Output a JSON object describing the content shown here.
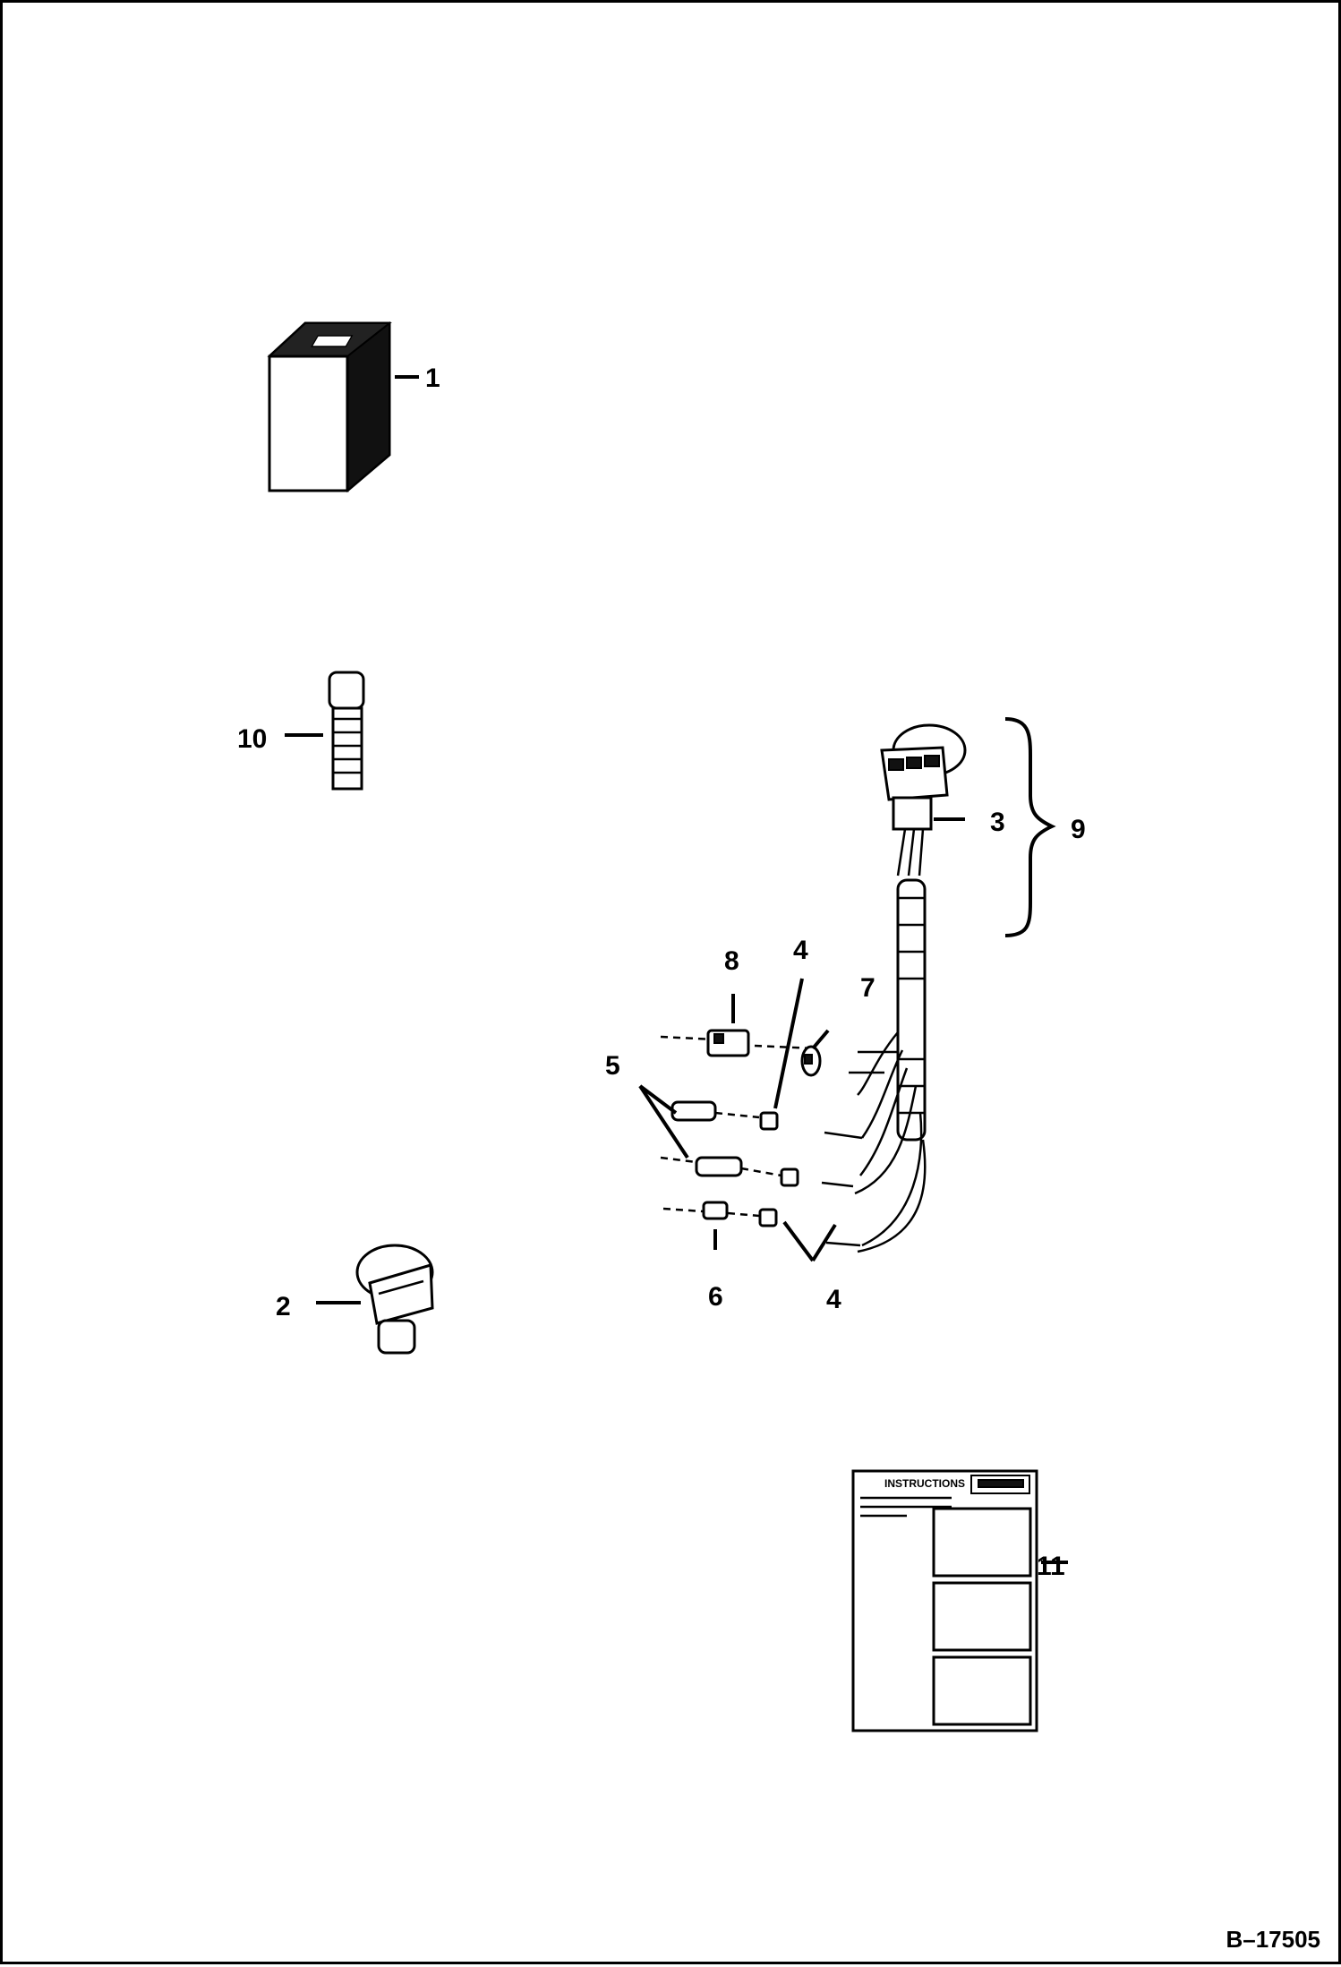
{
  "diagram": {
    "callouts": {
      "c1": "1",
      "c2": "2",
      "c3": "3",
      "c4a": "4",
      "c4b": "4",
      "c5": "5",
      "c6": "6",
      "c7": "7",
      "c8": "8",
      "c9": "9",
      "c10": "10",
      "c11": "11"
    },
    "reference": "B–17505",
    "sheet_heading": "INSTRUCTIONS"
  }
}
